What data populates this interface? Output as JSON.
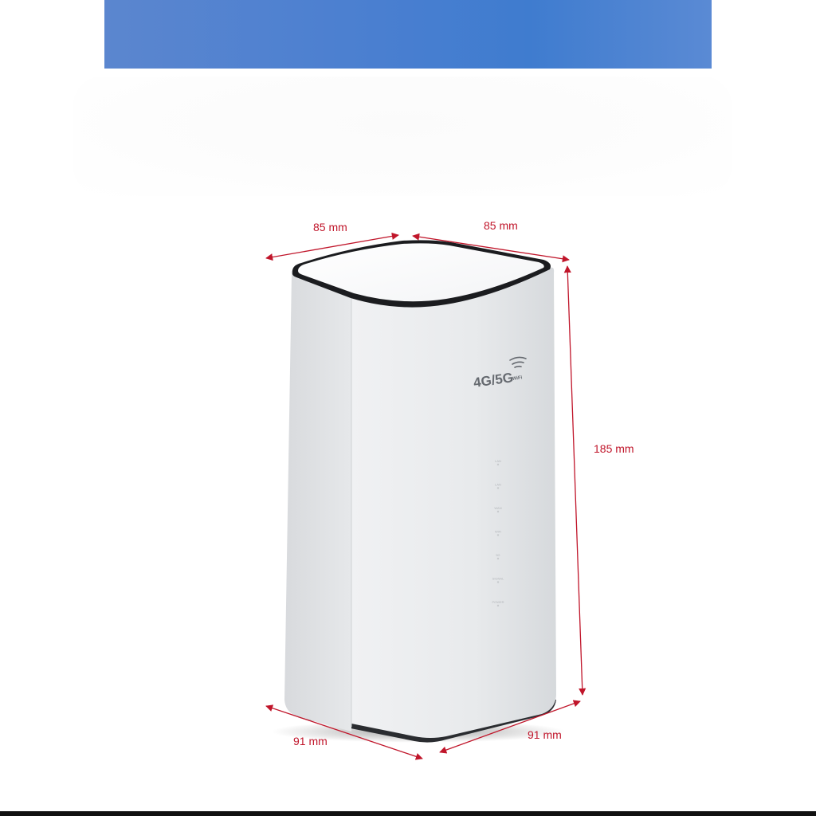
{
  "dimensions": {
    "top_left": "85 mm",
    "top_right": "85 mm",
    "height": "185 mm",
    "bottom_left": "91 mm",
    "bottom_right": "91 mm"
  },
  "device": {
    "logo": "4G/5G",
    "wifi_mark": "WiFi",
    "indicator_leds": [
      "LAN",
      "LAN",
      "WAN",
      "WiFi",
      "5G",
      "SIGNAL",
      "POWER"
    ]
  },
  "colors": {
    "banner": "#4a7fd0",
    "dimension_lines": "#c0152a",
    "device_body": "#e3e5e8"
  }
}
